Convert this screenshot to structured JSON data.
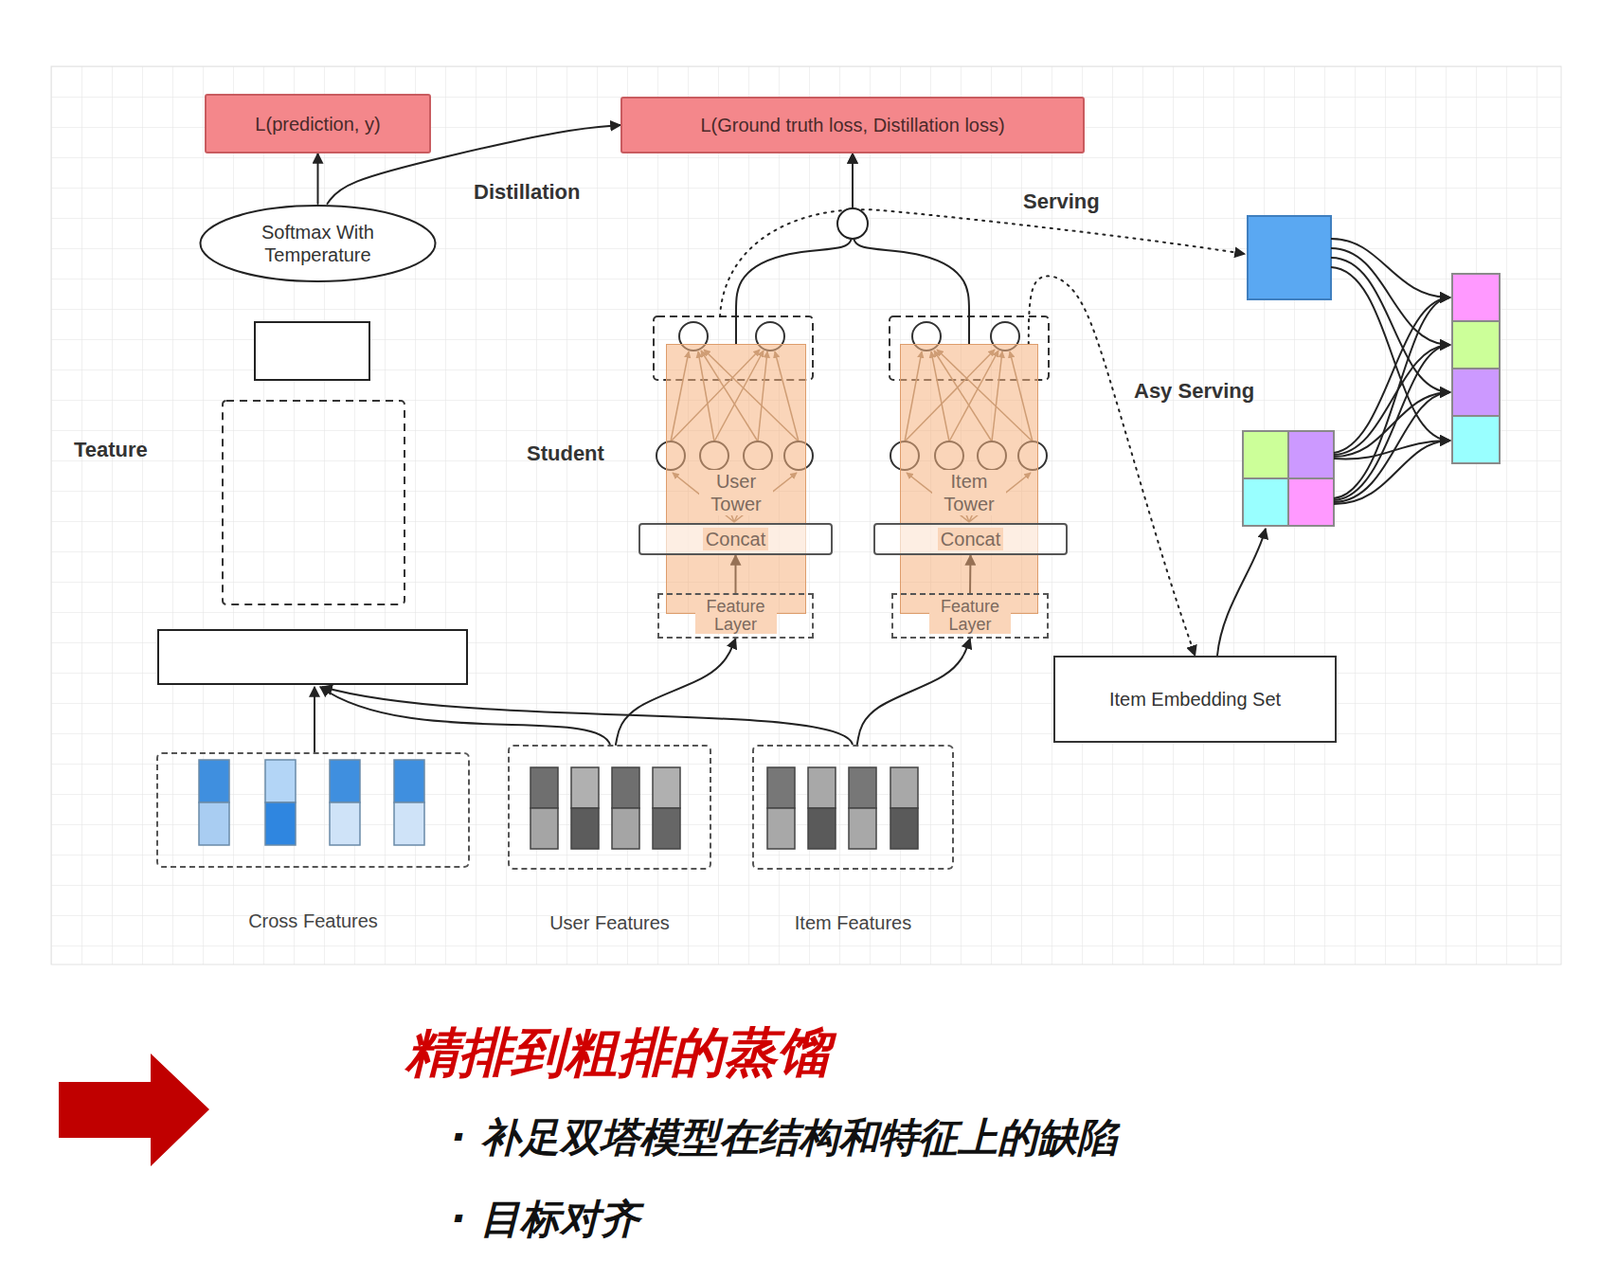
{
  "diagram": {
    "title": "精排到粗排的蒸馏",
    "nodes": [
      {
        "text": [
          "L(prediction, y)"
        ]
      },
      {
        "text": [
          "L(Ground truth loss, Distillation loss)"
        ]
      },
      {
        "text": [
          "Softmax With Temperature"
        ]
      },
      {
        "text": [
          "User Tower"
        ]
      },
      {
        "text": [
          "Concat"
        ],
        "in": 3
      },
      {
        "text": [
          "Feature Layer"
        ],
        "in": 3
      },
      {
        "text": [
          "Item Tower"
        ]
      },
      {
        "text": [
          "Concat"
        ],
        "in": 6
      },
      {
        "text": [
          "Feature Layer"
        ],
        "in": 6
      },
      {
        "text": [
          "Item Embedding Set"
        ]
      },
      {
        "text": [
          "Cross Features"
        ]
      },
      {
        "text": [
          "User Features"
        ]
      },
      {
        "text": [
          "Item Features"
        ]
      }
    ],
    "edges": [
      {
        "from": 2,
        "to": 0,
        "arrow": "to"
      },
      {
        "from": 2,
        "to": 1,
        "label": "Distillation",
        "arrow": "to"
      },
      {
        "from": 3,
        "to": 1,
        "arrow": "to"
      },
      {
        "from": 6,
        "to": 1,
        "arrow": "to"
      },
      {
        "from": 6,
        "to": 9,
        "label": "Asy Serving",
        "arrow": "to"
      },
      {
        "from": 11,
        "to": 5,
        "arrow": "to"
      },
      {
        "from": 12,
        "to": 8,
        "arrow": "to"
      },
      {
        "from": 5,
        "to": 4,
        "arrow": "to"
      },
      {
        "from": 8,
        "to": 7,
        "arrow": "to"
      }
    ],
    "labels": [
      "Serving",
      "Teature",
      "Student",
      "· 补足双塔模型在结构和特征上的缺陷",
      "· 目标对齐"
    ]
  }
}
